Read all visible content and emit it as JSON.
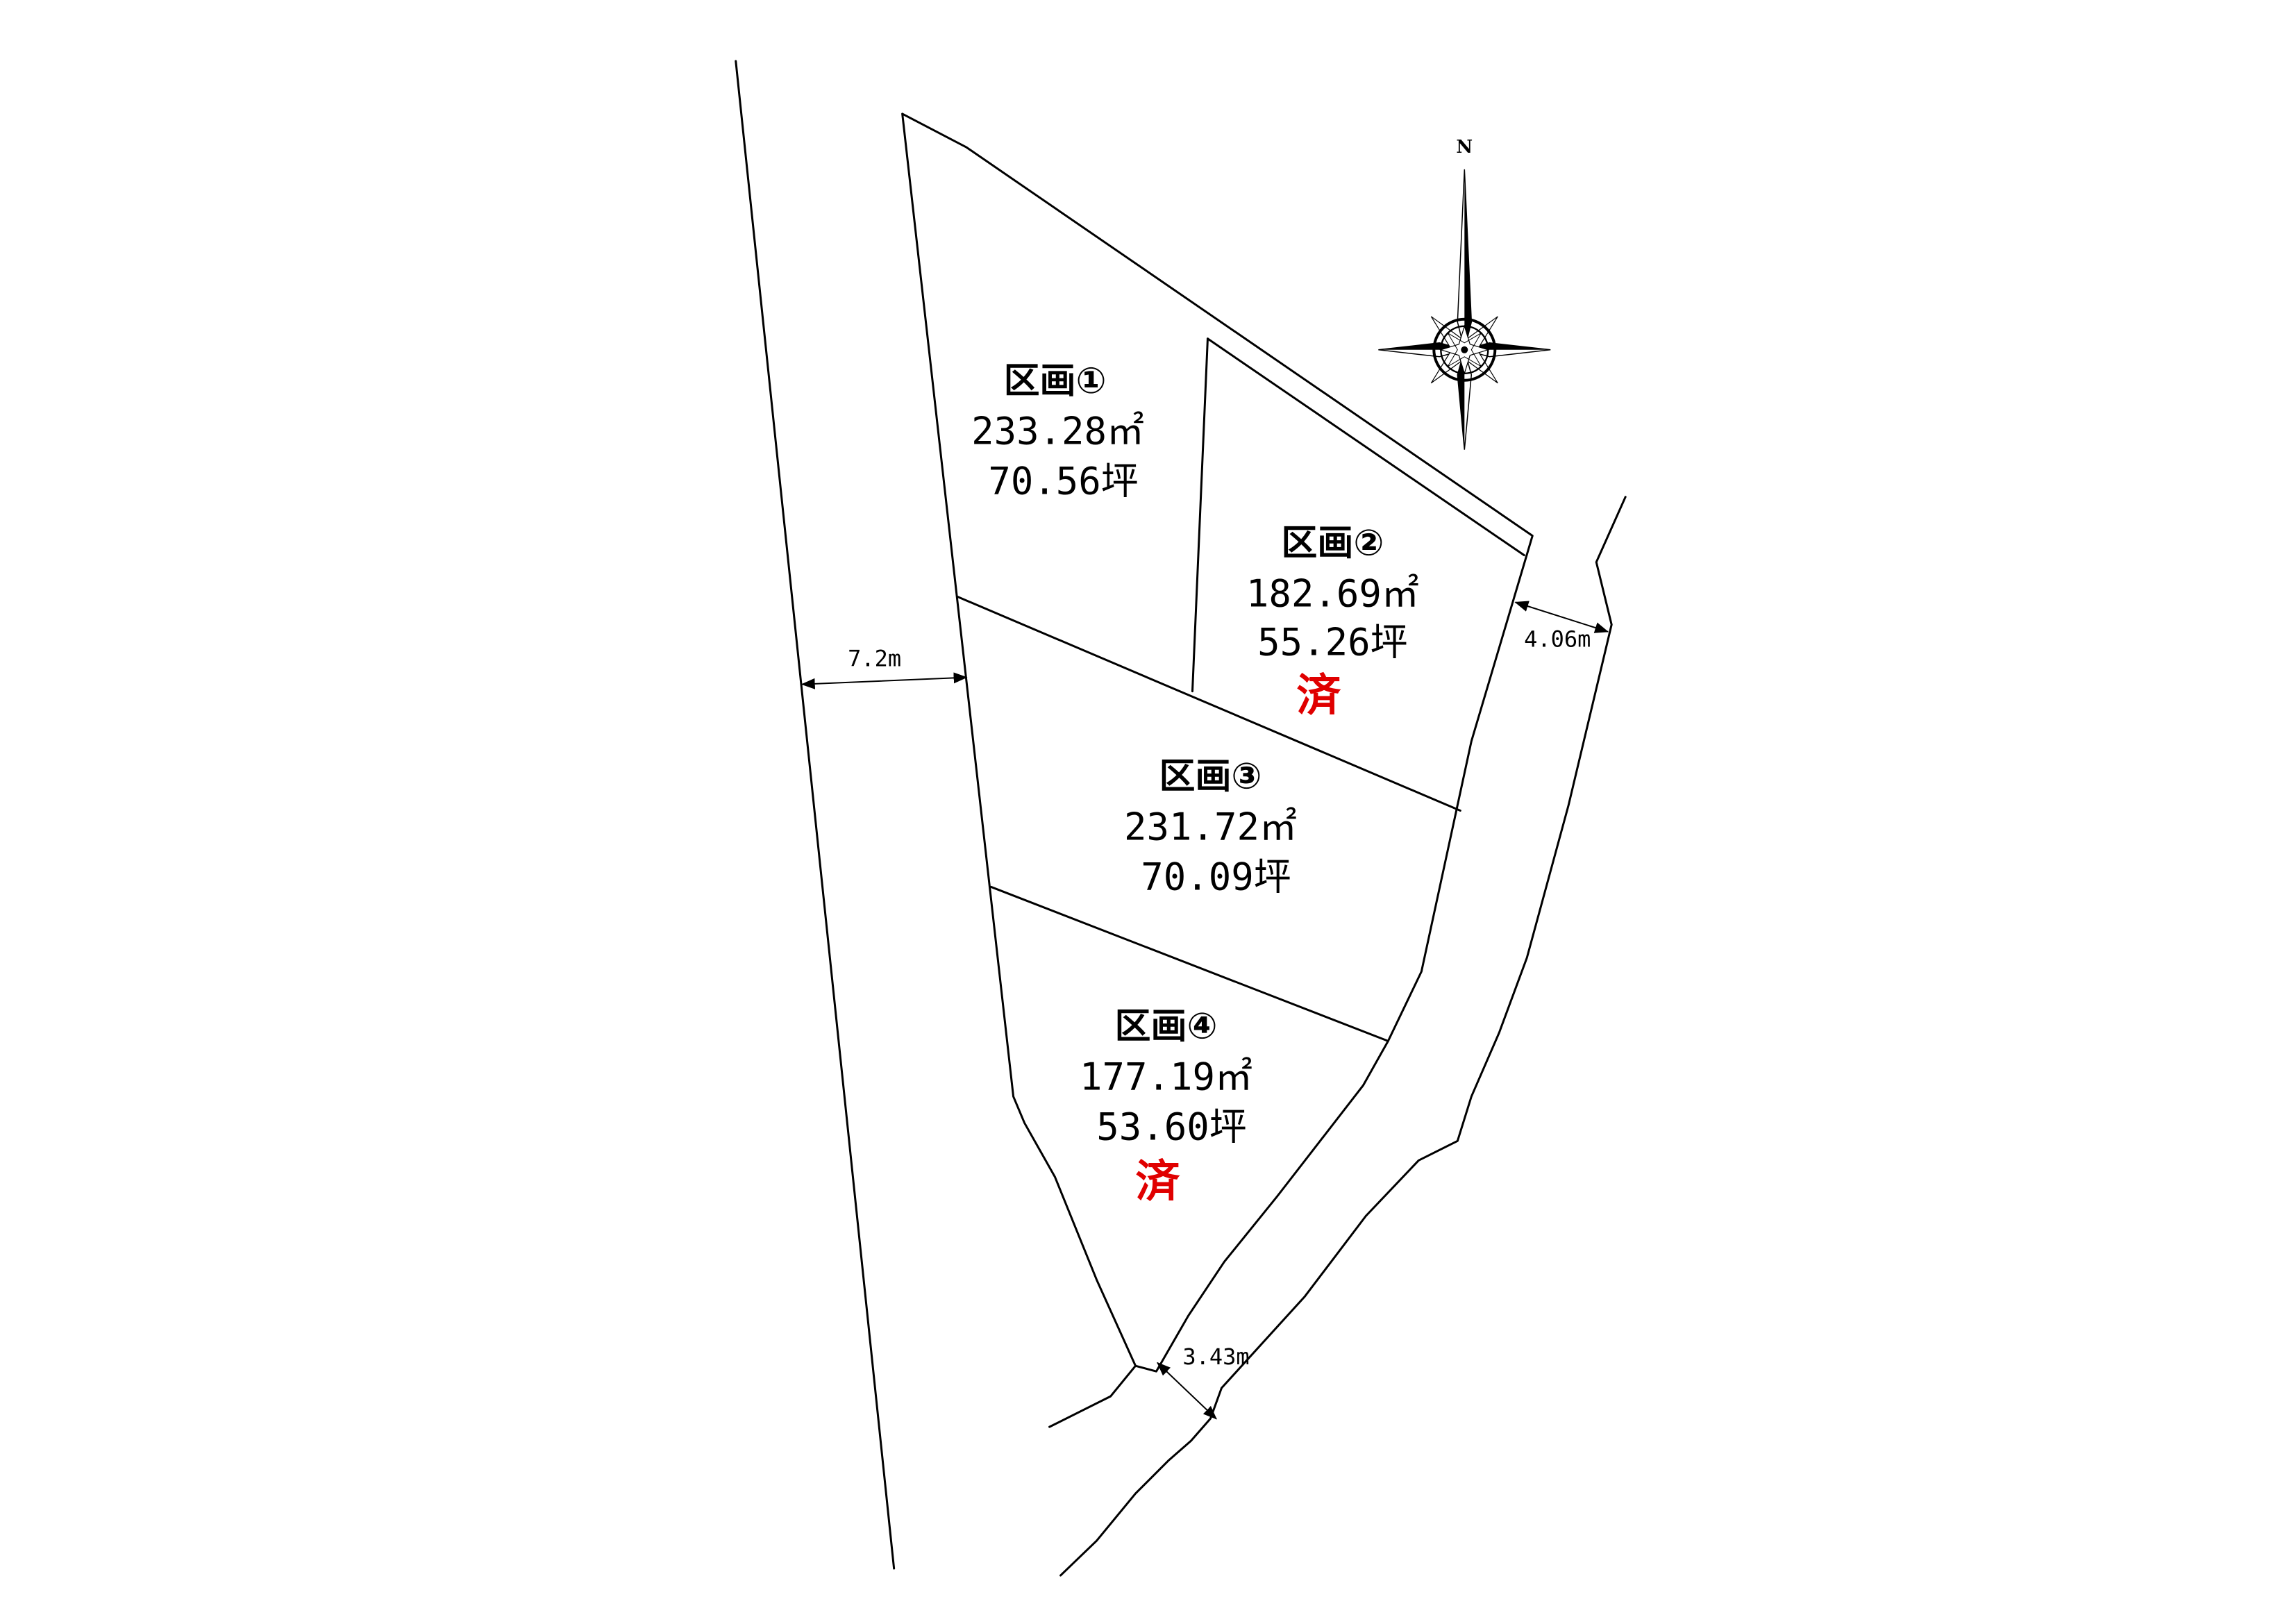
{
  "compass": {
    "north_label": "N"
  },
  "lots": [
    {
      "id": 1,
      "label": "区画①",
      "area_m2": "233.28㎡",
      "area_tsubo": "70.56坪",
      "status": ""
    },
    {
      "id": 2,
      "label": "区画②",
      "area_m2": "182.69㎡",
      "area_tsubo": "55.26坪",
      "status": "済"
    },
    {
      "id": 3,
      "label": "区画③",
      "area_m2": "231.72㎡",
      "area_tsubo": "70.09坪",
      "status": ""
    },
    {
      "id": 4,
      "label": "区画④",
      "area_m2": "177.19㎡",
      "area_tsubo": "53.60坪",
      "status": "済"
    }
  ],
  "dimensions": {
    "west_road_width": "7.2m",
    "east_road_width": "4.06m",
    "south_road_width": "3.43m"
  },
  "colors": {
    "line": "#000000",
    "sold_mark": "#e00000",
    "background": "#ffffff"
  }
}
